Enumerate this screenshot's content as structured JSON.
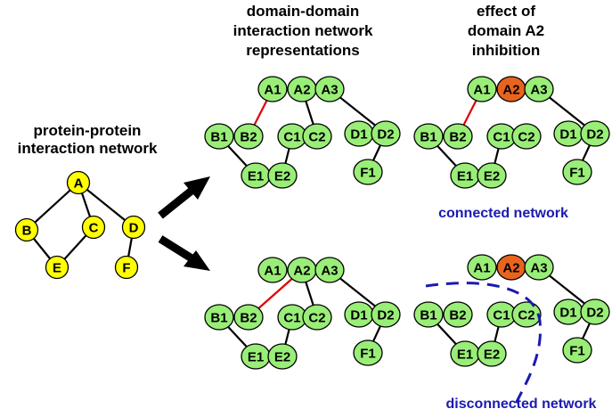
{
  "headers": {
    "ppi": [
      "protein-protein",
      "interaction network"
    ],
    "ddi": [
      "domain-domain",
      "interaction network",
      "representations"
    ],
    "effect": [
      "effect of",
      "domain A2",
      "inhibition"
    ]
  },
  "network_labels": {
    "connected": "connected network",
    "disconnected": "disconnected network"
  },
  "ppi_nodes": [
    "A",
    "B",
    "C",
    "D",
    "E",
    "F"
  ],
  "domains": [
    "A1",
    "A2",
    "A3",
    "B1",
    "B2",
    "C1",
    "C2",
    "D1",
    "D2",
    "E1",
    "E2",
    "F1"
  ],
  "inhibited_domain": "A2",
  "colors": {
    "protein": "#ffff00",
    "domain": "#99ee77",
    "inhibited": "#e8641e",
    "highlight_edge": "#e00000",
    "network_label": "#1a1ab0"
  }
}
